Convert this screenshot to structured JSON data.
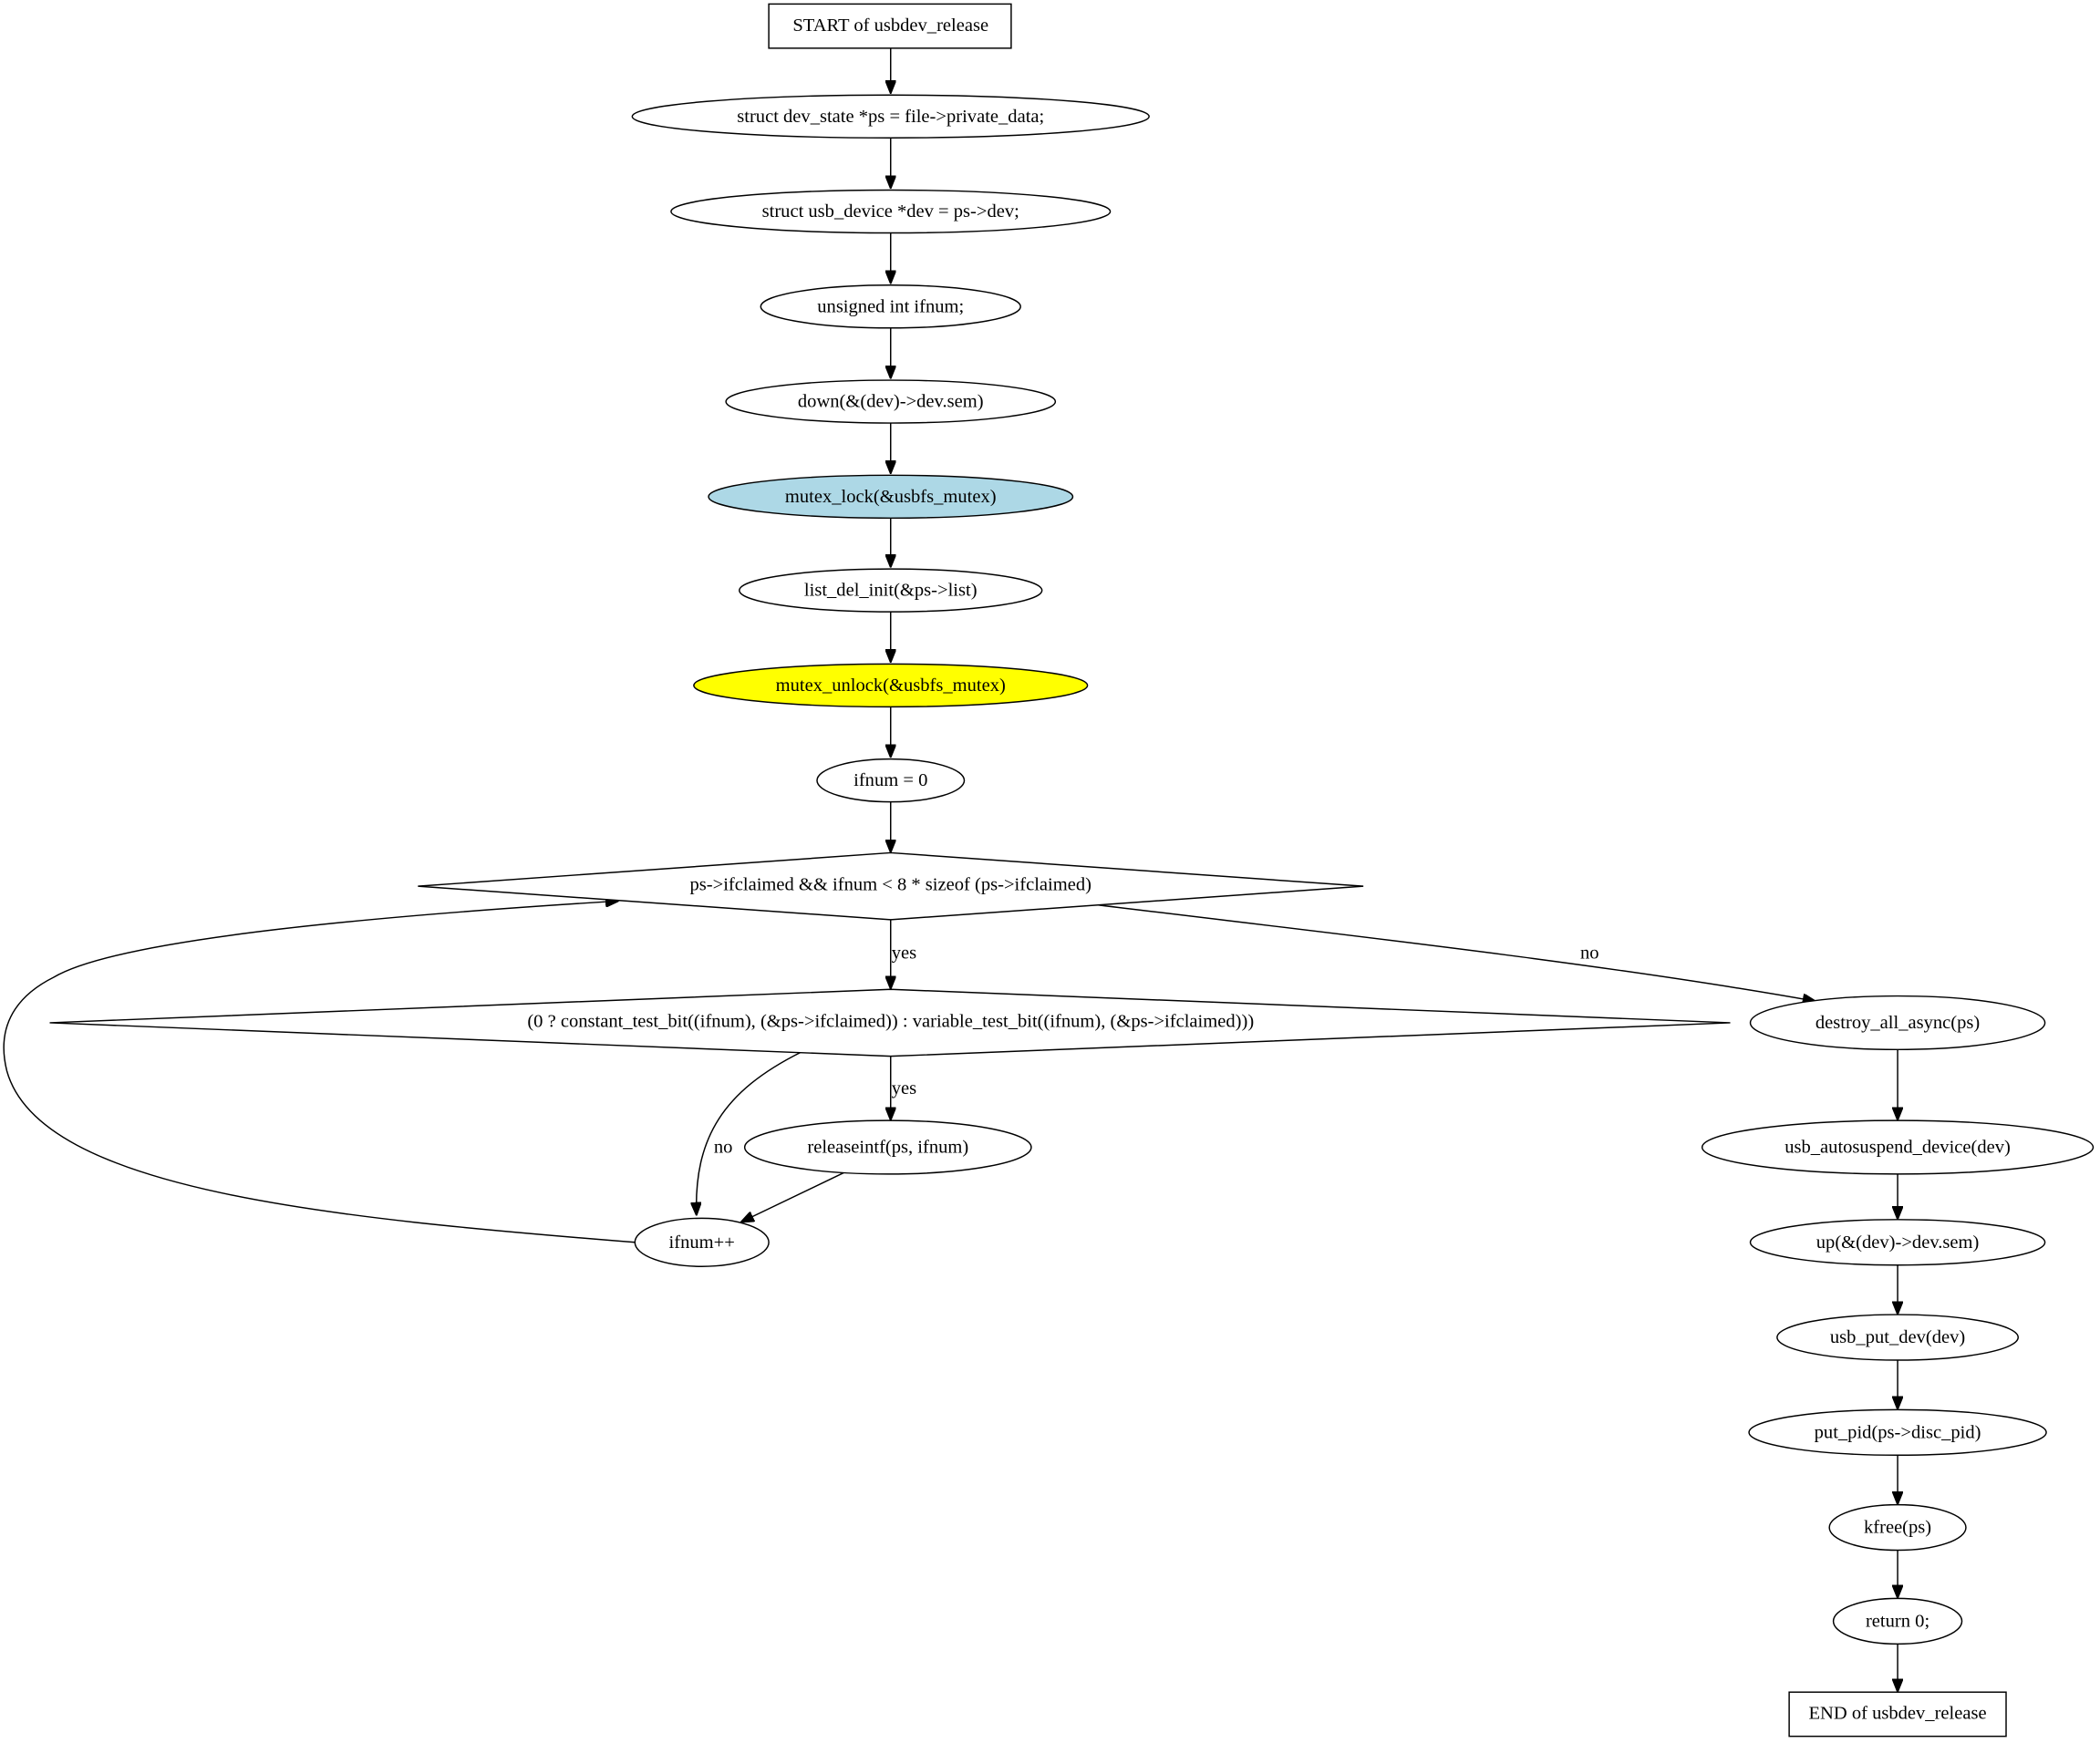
{
  "colors": {
    "mutex_lock_fill": "#add8e6",
    "mutex_unlock_fill": "#ffff00",
    "default_fill": "#ffffff"
  },
  "nodes": {
    "start": "START of usbdev_release",
    "n1": "struct dev_state *ps = file->private_data;",
    "n2": "struct usb_device *dev = ps->dev;",
    "n3": "unsigned int ifnum;",
    "n4": "down(&(dev)->dev.sem)",
    "n5": "mutex_lock(&usbfs_mutex)",
    "n6": "list_del_init(&ps->list)",
    "n7": "mutex_unlock(&usbfs_mutex)",
    "n8": "ifnum = 0",
    "d1": "ps->ifclaimed && ifnum < 8 * sizeof (ps->ifclaimed)",
    "d2": "(0 ? constant_test_bit((ifnum), (&ps->ifclaimed)) : variable_test_bit((ifnum), (&ps->ifclaimed)))",
    "release": "releaseintf(ps, ifnum)",
    "inc": "ifnum++",
    "r1": "destroy_all_async(ps)",
    "r2": "usb_autosuspend_device(dev)",
    "r3": "up(&(dev)->dev.sem)",
    "r4": "usb_put_dev(dev)",
    "r5": "put_pid(ps->disc_pid)",
    "r6": "kfree(ps)",
    "r7": "return 0;",
    "end": "END of usbdev_release"
  },
  "edges": {
    "yes1": "yes",
    "no1": "no",
    "yes2": "yes",
    "no2": "no"
  }
}
